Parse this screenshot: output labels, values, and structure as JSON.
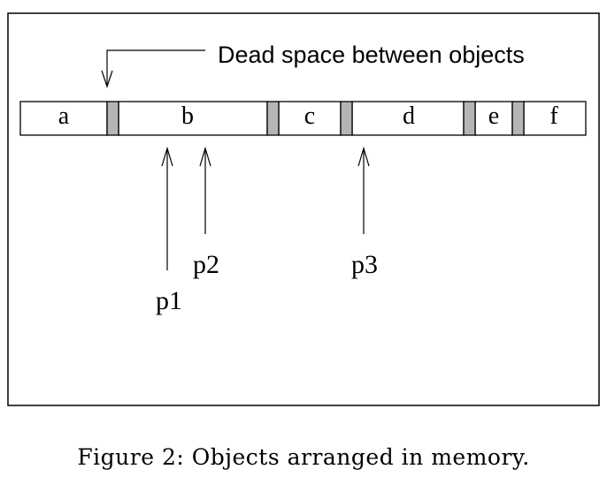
{
  "annotation": {
    "dead_space_label": "Dead space between objects"
  },
  "memory": {
    "objects": [
      "a",
      "b",
      "c",
      "d",
      "e",
      "f"
    ]
  },
  "pointers": {
    "p1": "p1",
    "p2": "p2",
    "p3": "p3"
  },
  "caption": "Figure 2: Objects arranged in memory.",
  "colors": {
    "dead_space": "#b5b5b5",
    "outline": "#000000"
  }
}
